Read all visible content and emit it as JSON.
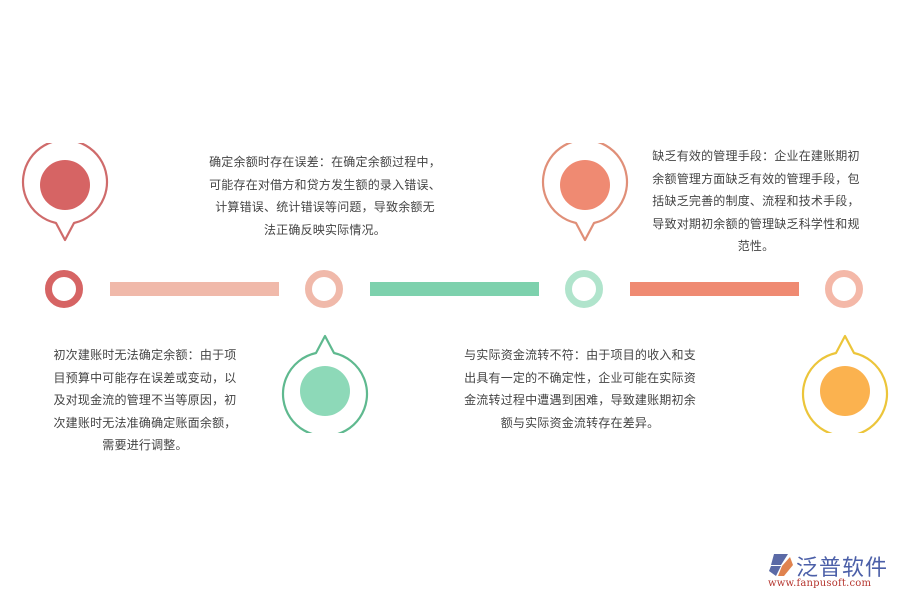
{
  "diagram": {
    "type": "horizontal-timeline",
    "nodes": [
      {
        "id": 1,
        "title": "初次建账时无法确定余额",
        "text": "初次建账时无法确定余额：由于项目预算中可能存在误差或变动，以及对现金流的管理不当等原因，初次建账时无法准确确定账面余额，需要进行调整。",
        "lines": [
          "初次建账时无法确定余额：由于项",
          "目预算中可能存在误差或变动，以",
          "及对现金流的管理不当等原因，初",
          "次建账时无法准确确定账面余额，",
          "需要进行调整。"
        ],
        "pin_position": "top",
        "text_position": "bottom",
        "color": "#d66464",
        "ring_color": "#d66464"
      },
      {
        "id": 2,
        "title": "确定余额时存在误差",
        "text": "确定余额时存在误差：在确定余额过程中，可能存在对借方和贷方发生额的录入错误、计算错误、统计错误等问题，导致余额无法正确反映实际情况。",
        "lines": [
          "确定余额时存在误差：在确定余额过程中，",
          "可能存在对借方和贷方发生额的录入错误、",
          "计算错误、统计错误等问题，导致余额无",
          "法正确反映实际情况。"
        ],
        "pin_position": "bottom",
        "text_position": "top",
        "color": "#8dd9b8",
        "pin_stroke": "#5fb98f",
        "ring_color": "#f0b9aa"
      },
      {
        "id": 3,
        "title": "与实际资金流转不符",
        "text": "与实际资金流转不符：由于项目的收入和支出具有一定的不确定性，企业可能在实际资金流转过程中遭遇到困难，导致建账期初余额与实际资金流转存在差异。",
        "lines": [
          "与实际资金流转不符：由于项目的收入和支",
          "出具有一定的不确定性，企业可能在实际资",
          "金流转过程中遭遇到困难，导致建账期初余",
          "额与实际资金流转存在差异。"
        ],
        "pin_position": "top",
        "text_position": "bottom",
        "color": "#ef8a72",
        "ring_color": "#b0e4cc"
      },
      {
        "id": 4,
        "title": "缺乏有效的管理手段",
        "text": "缺乏有效的管理手段：企业在建账期初余额管理方面缺乏有效的管理手段，包括缺乏完善的制度、流程和技术手段，导致对期初余额的管理缺乏科学性和规范性。",
        "lines": [
          "缺乏有效的管理手段：企业在建账期初",
          "余额管理方面缺乏有效的管理手段，包",
          "括缺乏完善的制度、流程和技术手段，",
          "导致对期初余额的管理缺乏科学性和规",
          "范性。"
        ],
        "pin_position": "bottom",
        "text_position": "top",
        "color": "#fbb24f",
        "pin_stroke": "#ecc53a",
        "ring_color": "#f4b8a8"
      }
    ],
    "connectors": [
      {
        "from": 1,
        "to": 2,
        "color": "#f0b9aa"
      },
      {
        "from": 2,
        "to": 3,
        "color": "#7dd1ad"
      },
      {
        "from": 3,
        "to": 4,
        "color": "#ef8a72"
      }
    ]
  },
  "logo": {
    "name": "泛普软件",
    "url": "www.fanpusoft.com"
  }
}
